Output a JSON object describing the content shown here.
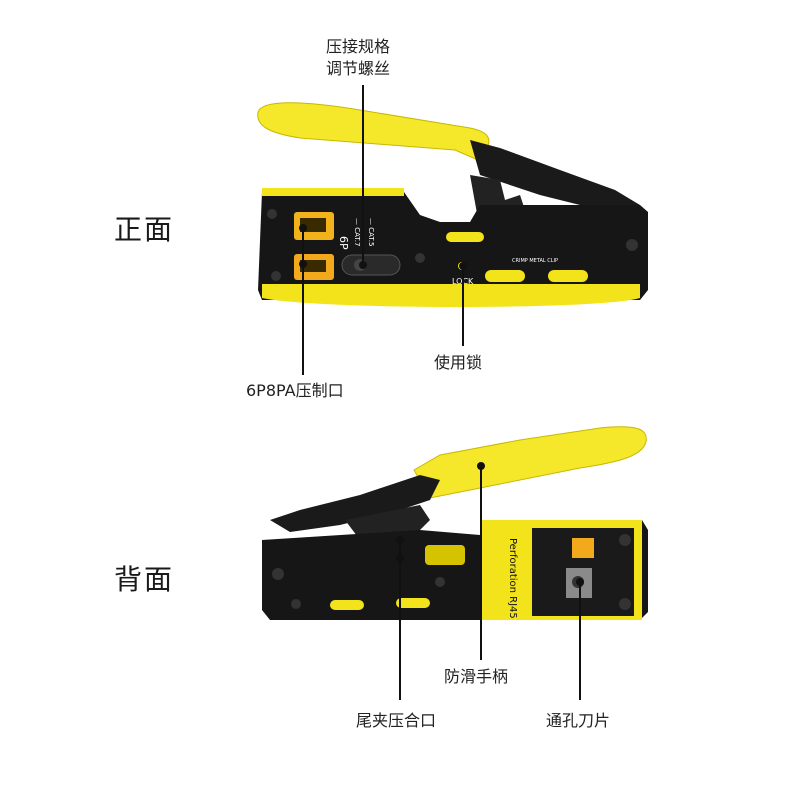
{
  "views": {
    "front_label": "正面",
    "back_label": "背面"
  },
  "callouts": {
    "adjust_screw_line1": "压接规格",
    "adjust_screw_line2": "调节螺丝",
    "crimp_port": "6P8PA压制口",
    "lock": "使用锁",
    "grip_handle": "防滑手柄",
    "tail_clip": "尾夹压合口",
    "blade": "通孔刀片"
  },
  "tool_front_markings": {
    "size_6p": "6P",
    "cat7": "— CAT.7",
    "cat5": "— CAT.5",
    "lock_text": "LOCK",
    "crimp_metal_clip": "CRIMP METAL CLIP"
  },
  "tool_back_markings": {
    "perforation": "Perforation RJ45"
  },
  "colors": {
    "body_black": "#161616",
    "accent_yellow": "#f2e31b",
    "handle_yellow": "#f5e82a",
    "text": "#222222"
  }
}
